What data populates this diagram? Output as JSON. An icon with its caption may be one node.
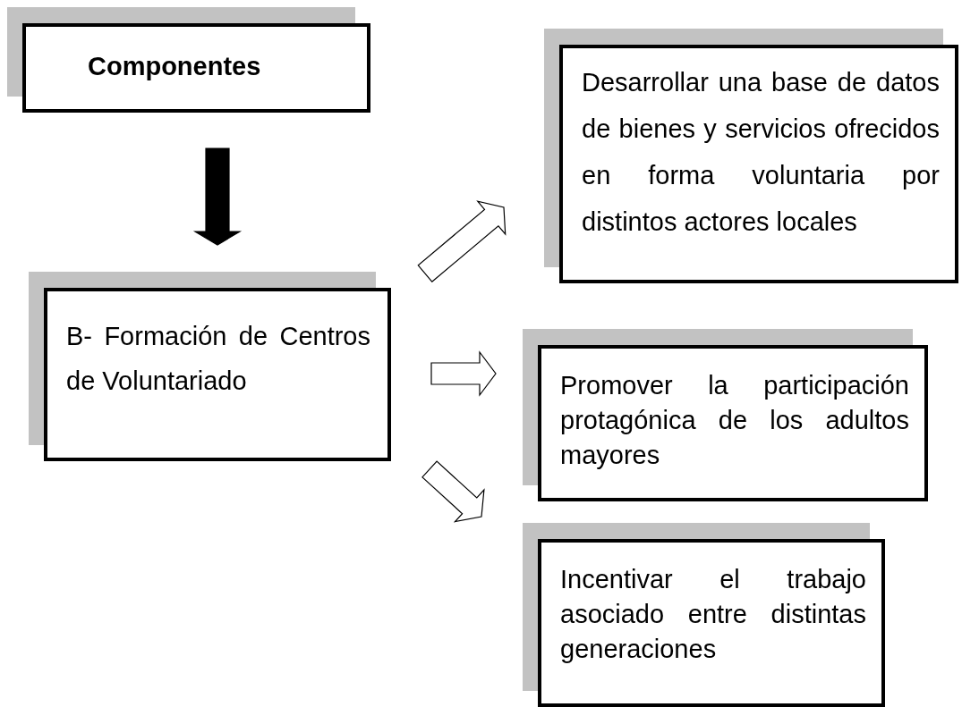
{
  "diagram": {
    "nodes": [
      {
        "text": [
          "Componentes"
        ]
      },
      {
        "text": [
          "B- Formación de Centros de Voluntariado"
        ]
      },
      {
        "text": [
          "Desarrollar una base de datos de bienes y servicios ofrecidos en forma voluntaria por distintos actores locales"
        ]
      },
      {
        "text": [
          "Promover la participación protagónica de los adultos mayores"
        ]
      },
      {
        "text": [
          "Incentivar el trabajo asociado entre distintas generaciones"
        ]
      }
    ],
    "edges": [
      {
        "from": 0,
        "to": 1,
        "arrow": "to",
        "style": "thick"
      },
      {
        "from": 1,
        "to": 2,
        "arrow": "to"
      },
      {
        "from": 1,
        "to": 3,
        "arrow": "to"
      },
      {
        "from": 1,
        "to": 4,
        "arrow": "to"
      }
    ]
  }
}
